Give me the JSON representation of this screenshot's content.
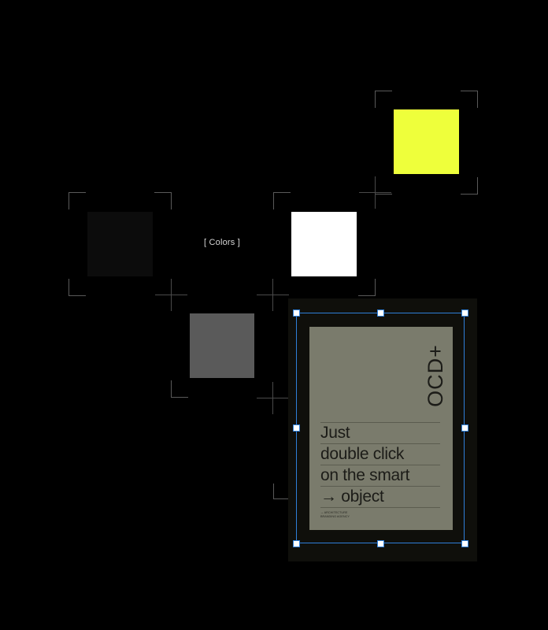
{
  "canvas": {
    "section_label": "[ Colors ]",
    "swatches": [
      {
        "name": "yellow",
        "color": "#eeff3b"
      },
      {
        "name": "dark",
        "color": "#0c0c0c"
      },
      {
        "name": "white",
        "color": "#ffffff"
      },
      {
        "name": "gray",
        "color": "#5a5a5a"
      }
    ]
  },
  "poster": {
    "logo_text": "OCD+",
    "headline_lines": [
      "Just",
      "double click",
      "on the smart",
      "→ object"
    ],
    "fineprint_lines": [
      "→ ARCHITECTURE",
      "BRANDING AGENCY"
    ],
    "background_color": "#7a7b6c"
  }
}
